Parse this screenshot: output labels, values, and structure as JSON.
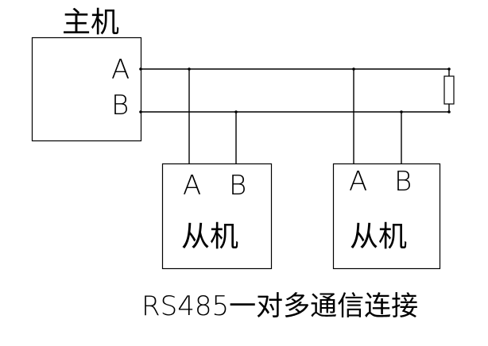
{
  "master": {
    "label": "主机",
    "port_a": "A",
    "port_b": "B"
  },
  "slaves": [
    {
      "label": "从机",
      "port_a": "A",
      "port_b": "B"
    },
    {
      "label": "从机",
      "port_a": "A",
      "port_b": "B"
    }
  ],
  "caption": "RS485一对多通信连接"
}
